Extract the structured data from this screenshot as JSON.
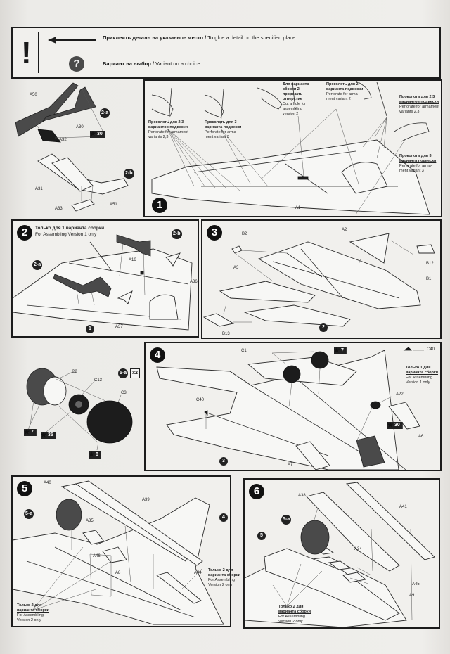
{
  "legend": {
    "glue_icon": "exclamation-glue-icon",
    "glue_text_ru": "Приклеить деталь на указанное место",
    "glue_text_sep": " / ",
    "glue_text_en": "To glue a detail on the specified place",
    "choice_icon": "question-choice-icon",
    "choice_symbol": "?",
    "choice_text_ru": "Вариант на выбор",
    "choice_text_en": "Variant on a choice",
    "bang": "!"
  },
  "subassy_2": {
    "a": {
      "badge": "2-a",
      "parts": [
        "A50",
        "A30",
        "A32"
      ],
      "paint_ref": "30"
    },
    "b": {
      "badge": "2-b",
      "parts": [
        "A31",
        "A51",
        "A33"
      ]
    }
  },
  "step1": {
    "number": "1",
    "part": "A1",
    "notes": [
      {
        "ru": "Проколоть для 2,3",
        "ru2": "вариантов подвески",
        "en": "Perforate for armament",
        "en2": "variants 2,3"
      },
      {
        "ru": "Проколоть для 3",
        "ru2": "варианта подвески",
        "en": "Perforate for arma-",
        "en2": "ment variant 3"
      },
      {
        "ru": "Для варианта",
        "ru2": "сборки 2",
        "ru3": "прорезать",
        "ru4": "отверстие",
        "en": "Cut a hole for",
        "en2": "assembling",
        "en3": "version 2"
      },
      {
        "ru": "Проколоть для 2",
        "ru2": "варианта подвески",
        "en": "Perforate for arma-",
        "en2": "ment variant 2"
      },
      {
        "ru": "Проколоть для 2,3",
        "ru2": "вариантов подвески",
        "en": "Perforate for armament",
        "en2": "variants 2,3"
      },
      {
        "ru": "Проколоть для 3",
        "ru2": "варианта подвески",
        "en": "Perforate for arma-",
        "en2": "ment variant 3"
      }
    ]
  },
  "step2": {
    "number": "2",
    "title_ru": "Только для 1 варианта сборки",
    "title_en": "For Assembling Version 1 only",
    "badges": [
      "2-a",
      "2-b"
    ],
    "parts": [
      "A16",
      "A36",
      "A37"
    ],
    "ref": "1"
  },
  "step3": {
    "number": "3",
    "parts": [
      "B2",
      "A2",
      "A3",
      "B12",
      "B1",
      "B13"
    ],
    "ref": "2"
  },
  "subassy_5a": {
    "badge": "5-a",
    "quantity": "x2",
    "parts": [
      "C2",
      "C13",
      "C3"
    ],
    "paint_refs": [
      "7",
      "35",
      "8"
    ]
  },
  "step4": {
    "number": "4",
    "parts": [
      "C1",
      "C40",
      "C40",
      "A22",
      "A6",
      "A7"
    ],
    "paint_refs": [
      "7",
      "30"
    ],
    "ref": "3",
    "note": {
      "ru": "Только 1 для",
      "ru2": "варианта сборки",
      "en": "For Assembling",
      "en2": "Version 1 only"
    }
  },
  "step5": {
    "number": "5",
    "badge": "5-a",
    "ref": "4",
    "parts": [
      "A40",
      "A39",
      "A35",
      "A46",
      "A8",
      "A44"
    ],
    "notes": [
      {
        "ru": "Только 2 для",
        "ru2": "варианта сборки",
        "en": "For Assembling",
        "en2": "Version 2 only"
      },
      {
        "ru": "Только 2 для",
        "ru2": "варианта сборки",
        "en": "For Assembling",
        "en2": "Version 2 only"
      }
    ]
  },
  "step6": {
    "number": "6",
    "badges": [
      "5-a",
      "5"
    ],
    "parts": [
      "A38",
      "A41",
      "A34",
      "A45",
      "A9"
    ],
    "note": {
      "ru": "Только 2 для",
      "ru2": "варианта сборки",
      "en": "For Assembling",
      "en2": "Version 2 only"
    }
  }
}
